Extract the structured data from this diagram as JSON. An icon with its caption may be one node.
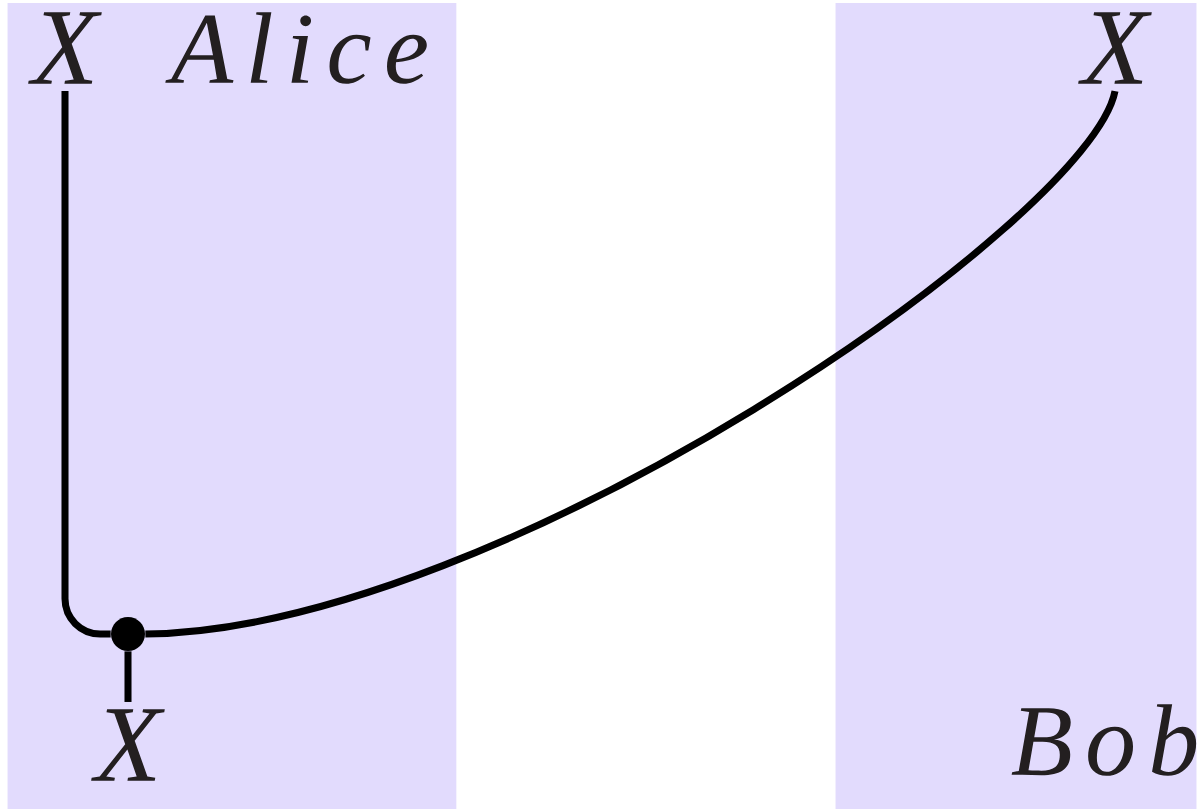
{
  "diagram": {
    "nodes": [
      {
        "text": [
          "Alice"
        ]
      },
      {
        "text": [
          "X"
        ],
        "in": 0
      },
      {
        "text": [],
        "shape": "circle",
        "in": 0
      },
      {
        "text": [
          "X"
        ],
        "in": 0
      },
      {
        "text": [
          "Bob"
        ]
      },
      {
        "text": [
          "X"
        ],
        "in": 4
      }
    ],
    "edges": [
      {
        "from": 1,
        "to": 2,
        "arrow": "none"
      },
      {
        "from": 5,
        "to": 2,
        "arrow": "none"
      },
      {
        "from": 2,
        "to": 3,
        "arrow": "none"
      }
    ]
  }
}
